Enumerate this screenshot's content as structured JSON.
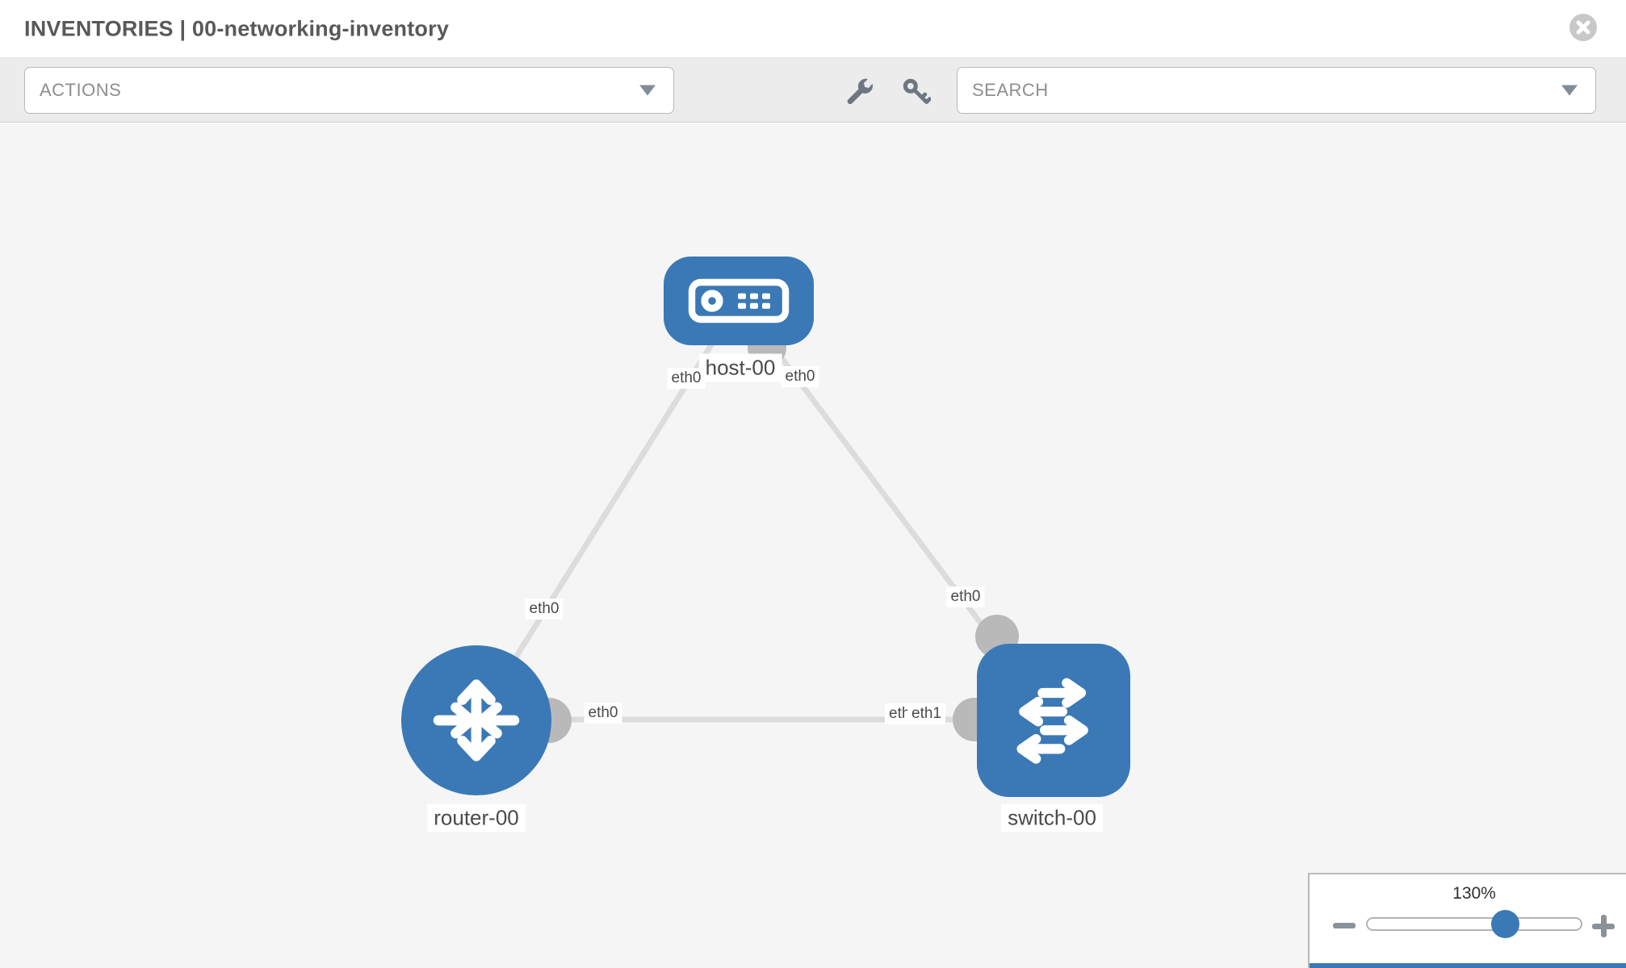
{
  "header": {
    "title": "INVENTORIES | 00-networking-inventory"
  },
  "toolbar": {
    "actions_label": "ACTIONS",
    "search_placeholder": "SEARCH"
  },
  "topology": {
    "nodes": [
      {
        "id": "host-00",
        "type": "host",
        "label": "host-00"
      },
      {
        "id": "router-00",
        "type": "router",
        "label": "router-00"
      },
      {
        "id": "switch-00",
        "type": "switch",
        "label": "switch-00"
      }
    ],
    "interfaces": {
      "host_left": "eth0",
      "host_right": "eth0",
      "router_host_link": "eth0",
      "router_right": "eth0",
      "switch_top": "eth0",
      "switch_left_back": "eth0",
      "switch_left_front": "eth1"
    },
    "colors": {
      "node_blue": "#3a79b5",
      "link_gray": "#dcdcdc",
      "interface_gray": "#b9b9b9"
    }
  },
  "zoom_control": {
    "level": "130%"
  }
}
